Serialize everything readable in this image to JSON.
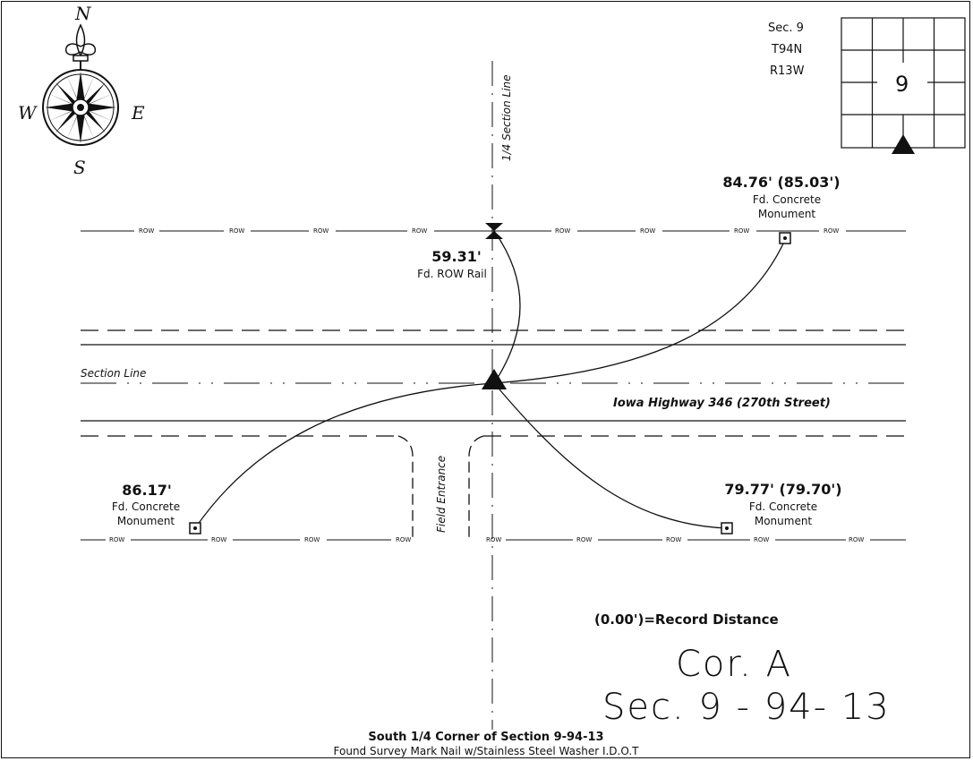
{
  "compass": {
    "north": "N",
    "south": "S",
    "east": "E",
    "west": "W"
  },
  "location": {
    "section": "Sec. 9",
    "township": "T94N",
    "range": "R13W",
    "grid_label": "9"
  },
  "row_label": "ROW",
  "lines": {
    "quarter_section": "1/4 Section Line",
    "section": "Section Line",
    "highway": "Iowa Highway 346 (270th Street)",
    "field_entrance": "Field Entrance"
  },
  "ties": {
    "ne": {
      "distance": "84.76' (85.03')",
      "desc1": "Fd. Concrete",
      "desc2": "Monument"
    },
    "rail": {
      "distance": "59.31'",
      "desc": "Fd. ROW Rail"
    },
    "sw": {
      "distance": "86.17'",
      "desc1": "Fd. Concrete",
      "desc2": "Monument"
    },
    "se": {
      "distance": "79.77' (79.70')",
      "desc1": "Fd. Concrete",
      "desc2": "Monument"
    }
  },
  "legend": "(0.00')=Record Distance",
  "handwritten": {
    "line1": "Cor. A",
    "line2": "Sec. 9 - 94- 13"
  },
  "caption": {
    "title": "South 1/4 Corner of Section 9-94-13",
    "subtitle": "Found Survey Mark Nail w/Stainless Steel Washer I.D.O.T"
  }
}
